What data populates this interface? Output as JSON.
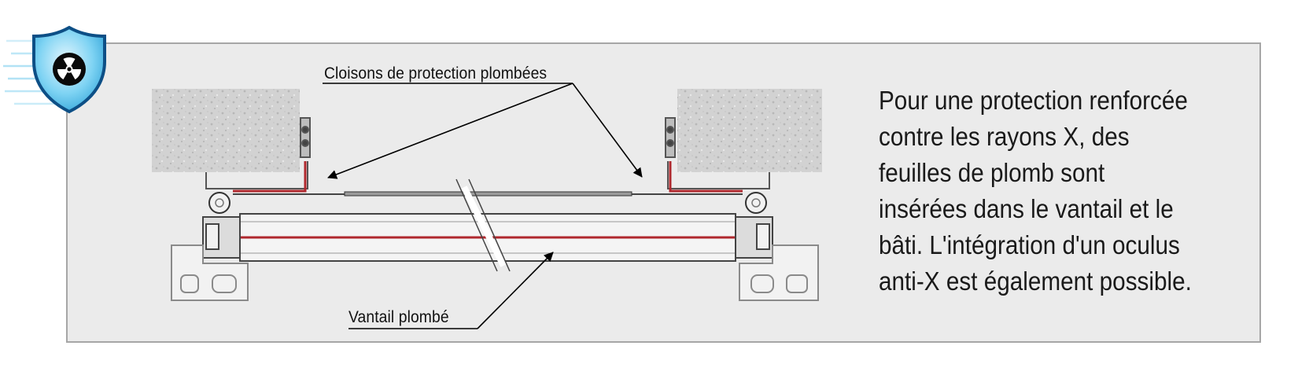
{
  "icon": {
    "name": "radiation-shield-icon",
    "shield_color": "#5cc3ec",
    "trefoil_color": "#000000"
  },
  "diagram": {
    "top_label": "Cloisons de protection plombées",
    "bottom_label": "Vantail plombé",
    "lead_color": "#b0282e"
  },
  "description": {
    "lines": [
      "Pour une protection renforcée",
      "contre les rayons X, des",
      "feuilles de plomb sont",
      "insérées dans le  vantail et le",
      "bâti. L'intégration d'un oculus",
      "anti-X est également possible."
    ]
  }
}
